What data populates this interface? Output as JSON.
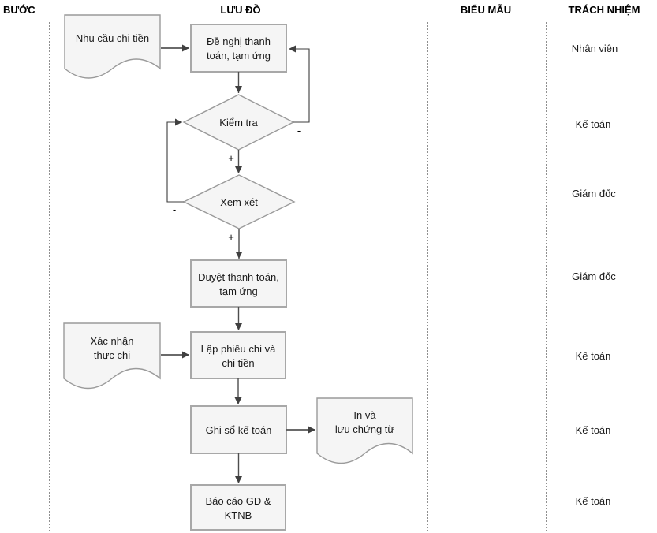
{
  "header": {
    "buoc": "BƯỚC",
    "luu_do": "LƯU ĐỒ",
    "bieu_mau": "BIỂU MẪU",
    "trach_nhiem": "TRÁCH NHIỆM"
  },
  "flowchart": {
    "doc_need": {
      "line1": "Nhu cầu chi tiền"
    },
    "rect_request": {
      "line1": "Đề nghị thanh",
      "line2": "toán, tạm ứng"
    },
    "diamond_check": {
      "label": "Kiểm tra"
    },
    "diamond_review": {
      "label": "Xem xét"
    },
    "rect_approve": {
      "line1": "Duyệt thanh toán,",
      "line2": "tạm ứng"
    },
    "doc_confirm": {
      "line1": "Xác nhận",
      "line2": "thực chi"
    },
    "rect_payment": {
      "line1": "Lập phiếu chi và",
      "line2": "chi tiền"
    },
    "rect_ledger": {
      "line1": "Ghi sổ kế toán"
    },
    "doc_print": {
      "line1": "In và",
      "line2": "lưu chứng từ"
    },
    "rect_report": {
      "line1": "Báo cáo GĐ &",
      "line2": "KTNB"
    },
    "edge_labels": {
      "check_fail": "-",
      "check_pass": "+",
      "review_fail": "-",
      "review_pass": "+"
    }
  },
  "responsibilities": [
    "Nhân viên",
    "Kế toán",
    "Giám đốc",
    "Giám đốc",
    "Kế toán",
    "Kế toán",
    "Kế toán"
  ],
  "colors": {
    "background": "#ffffff",
    "shape_fill": "#f5f5f5",
    "rect_border": "#a8a8a8",
    "diamond_border": "#9a9a9a",
    "arrow": "#4d4d4d",
    "divider": "#8f8f8f",
    "text": "#1a1a1a"
  }
}
